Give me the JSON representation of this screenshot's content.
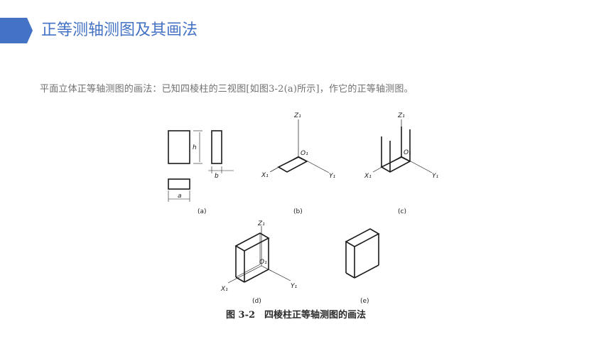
{
  "header": {
    "title": "正等测轴测图及其画法",
    "accent_color": "#4472c4"
  },
  "body": {
    "text": "平面立体正等轴测图的画法：已知四棱柱的三视图[如图3-2(a)所示]，作它的正等轴测图。"
  },
  "figure": {
    "caption": "图 3-2　四棱柱正等轴测图的画法",
    "panels": {
      "a": "(a)",
      "b": "(b)",
      "c": "(c)",
      "d": "(d)",
      "e": "(e)"
    },
    "dims": {
      "h": "h",
      "b": "b",
      "a": "a"
    },
    "axes": {
      "z": "Z₁",
      "o": "O₁",
      "x": "X₁",
      "y": "Y₁"
    }
  }
}
